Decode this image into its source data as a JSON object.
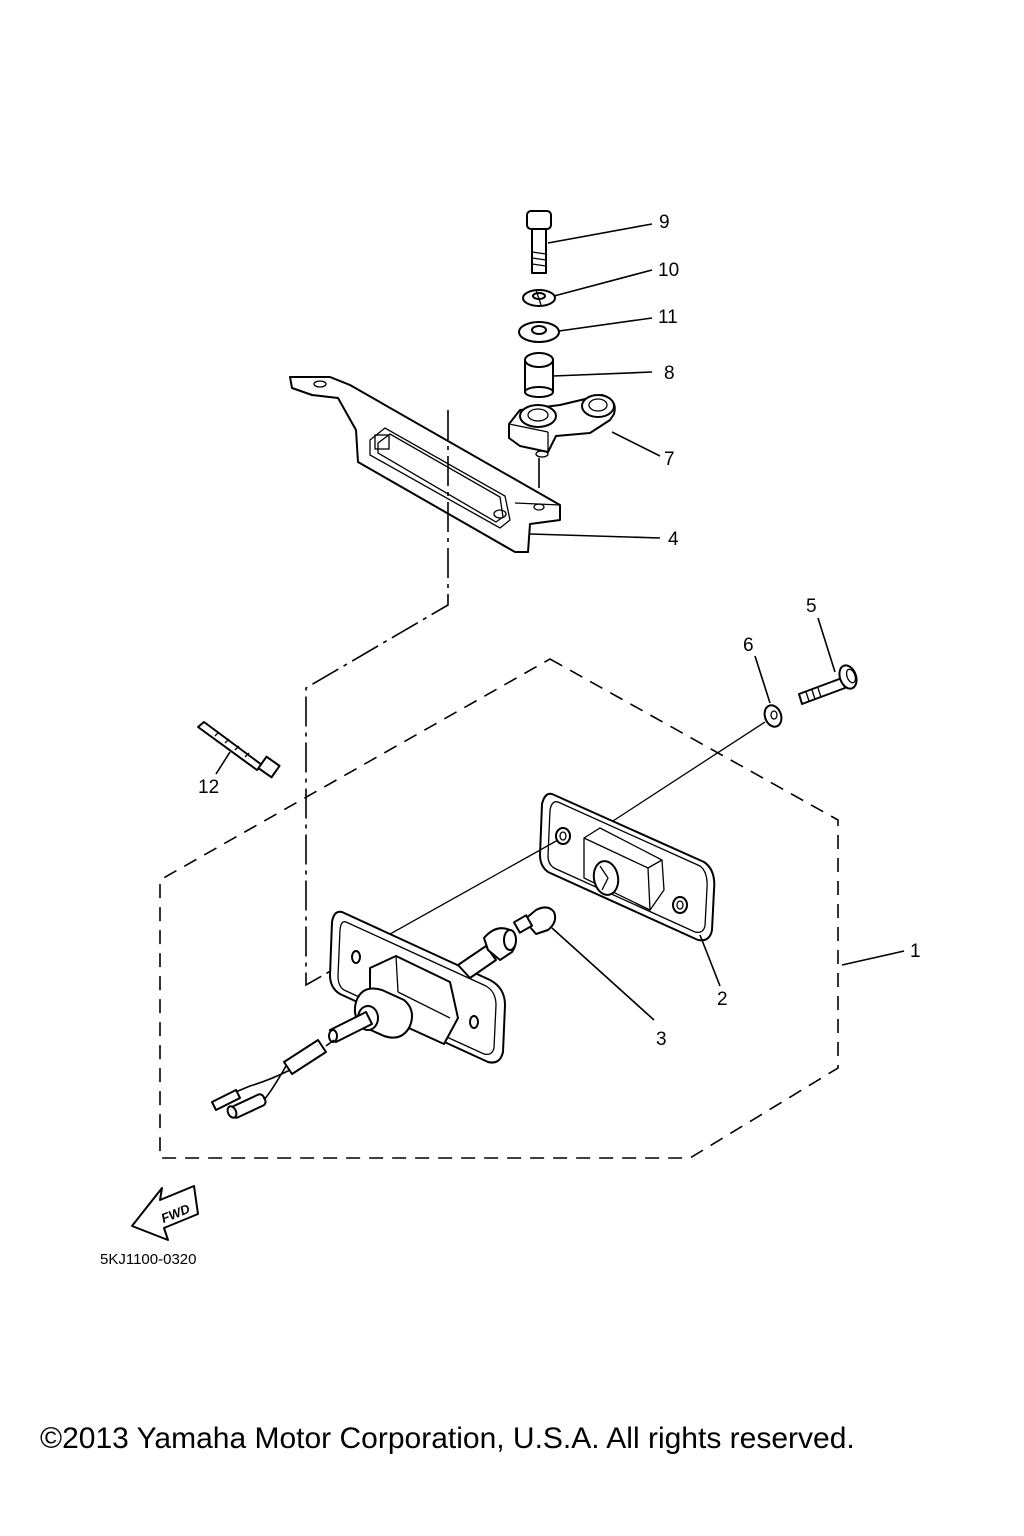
{
  "diagram": {
    "callouts": [
      {
        "id": "c9",
        "label": "9"
      },
      {
        "id": "c10",
        "label": "10"
      },
      {
        "id": "c11",
        "label": "11"
      },
      {
        "id": "c8",
        "label": "8"
      },
      {
        "id": "c7",
        "label": "7"
      },
      {
        "id": "c4",
        "label": "4"
      },
      {
        "id": "c5",
        "label": "5"
      },
      {
        "id": "c6",
        "label": "6"
      },
      {
        "id": "c12",
        "label": "12"
      },
      {
        "id": "c1",
        "label": "1"
      },
      {
        "id": "c2",
        "label": "2"
      },
      {
        "id": "c3",
        "label": "3"
      }
    ],
    "fwd_label": "FWD",
    "diagram_code": "5KJ1100-0320"
  },
  "footer": {
    "copyright": "©2013 Yamaha Motor Corporation, U.S.A. All rights reserved."
  }
}
